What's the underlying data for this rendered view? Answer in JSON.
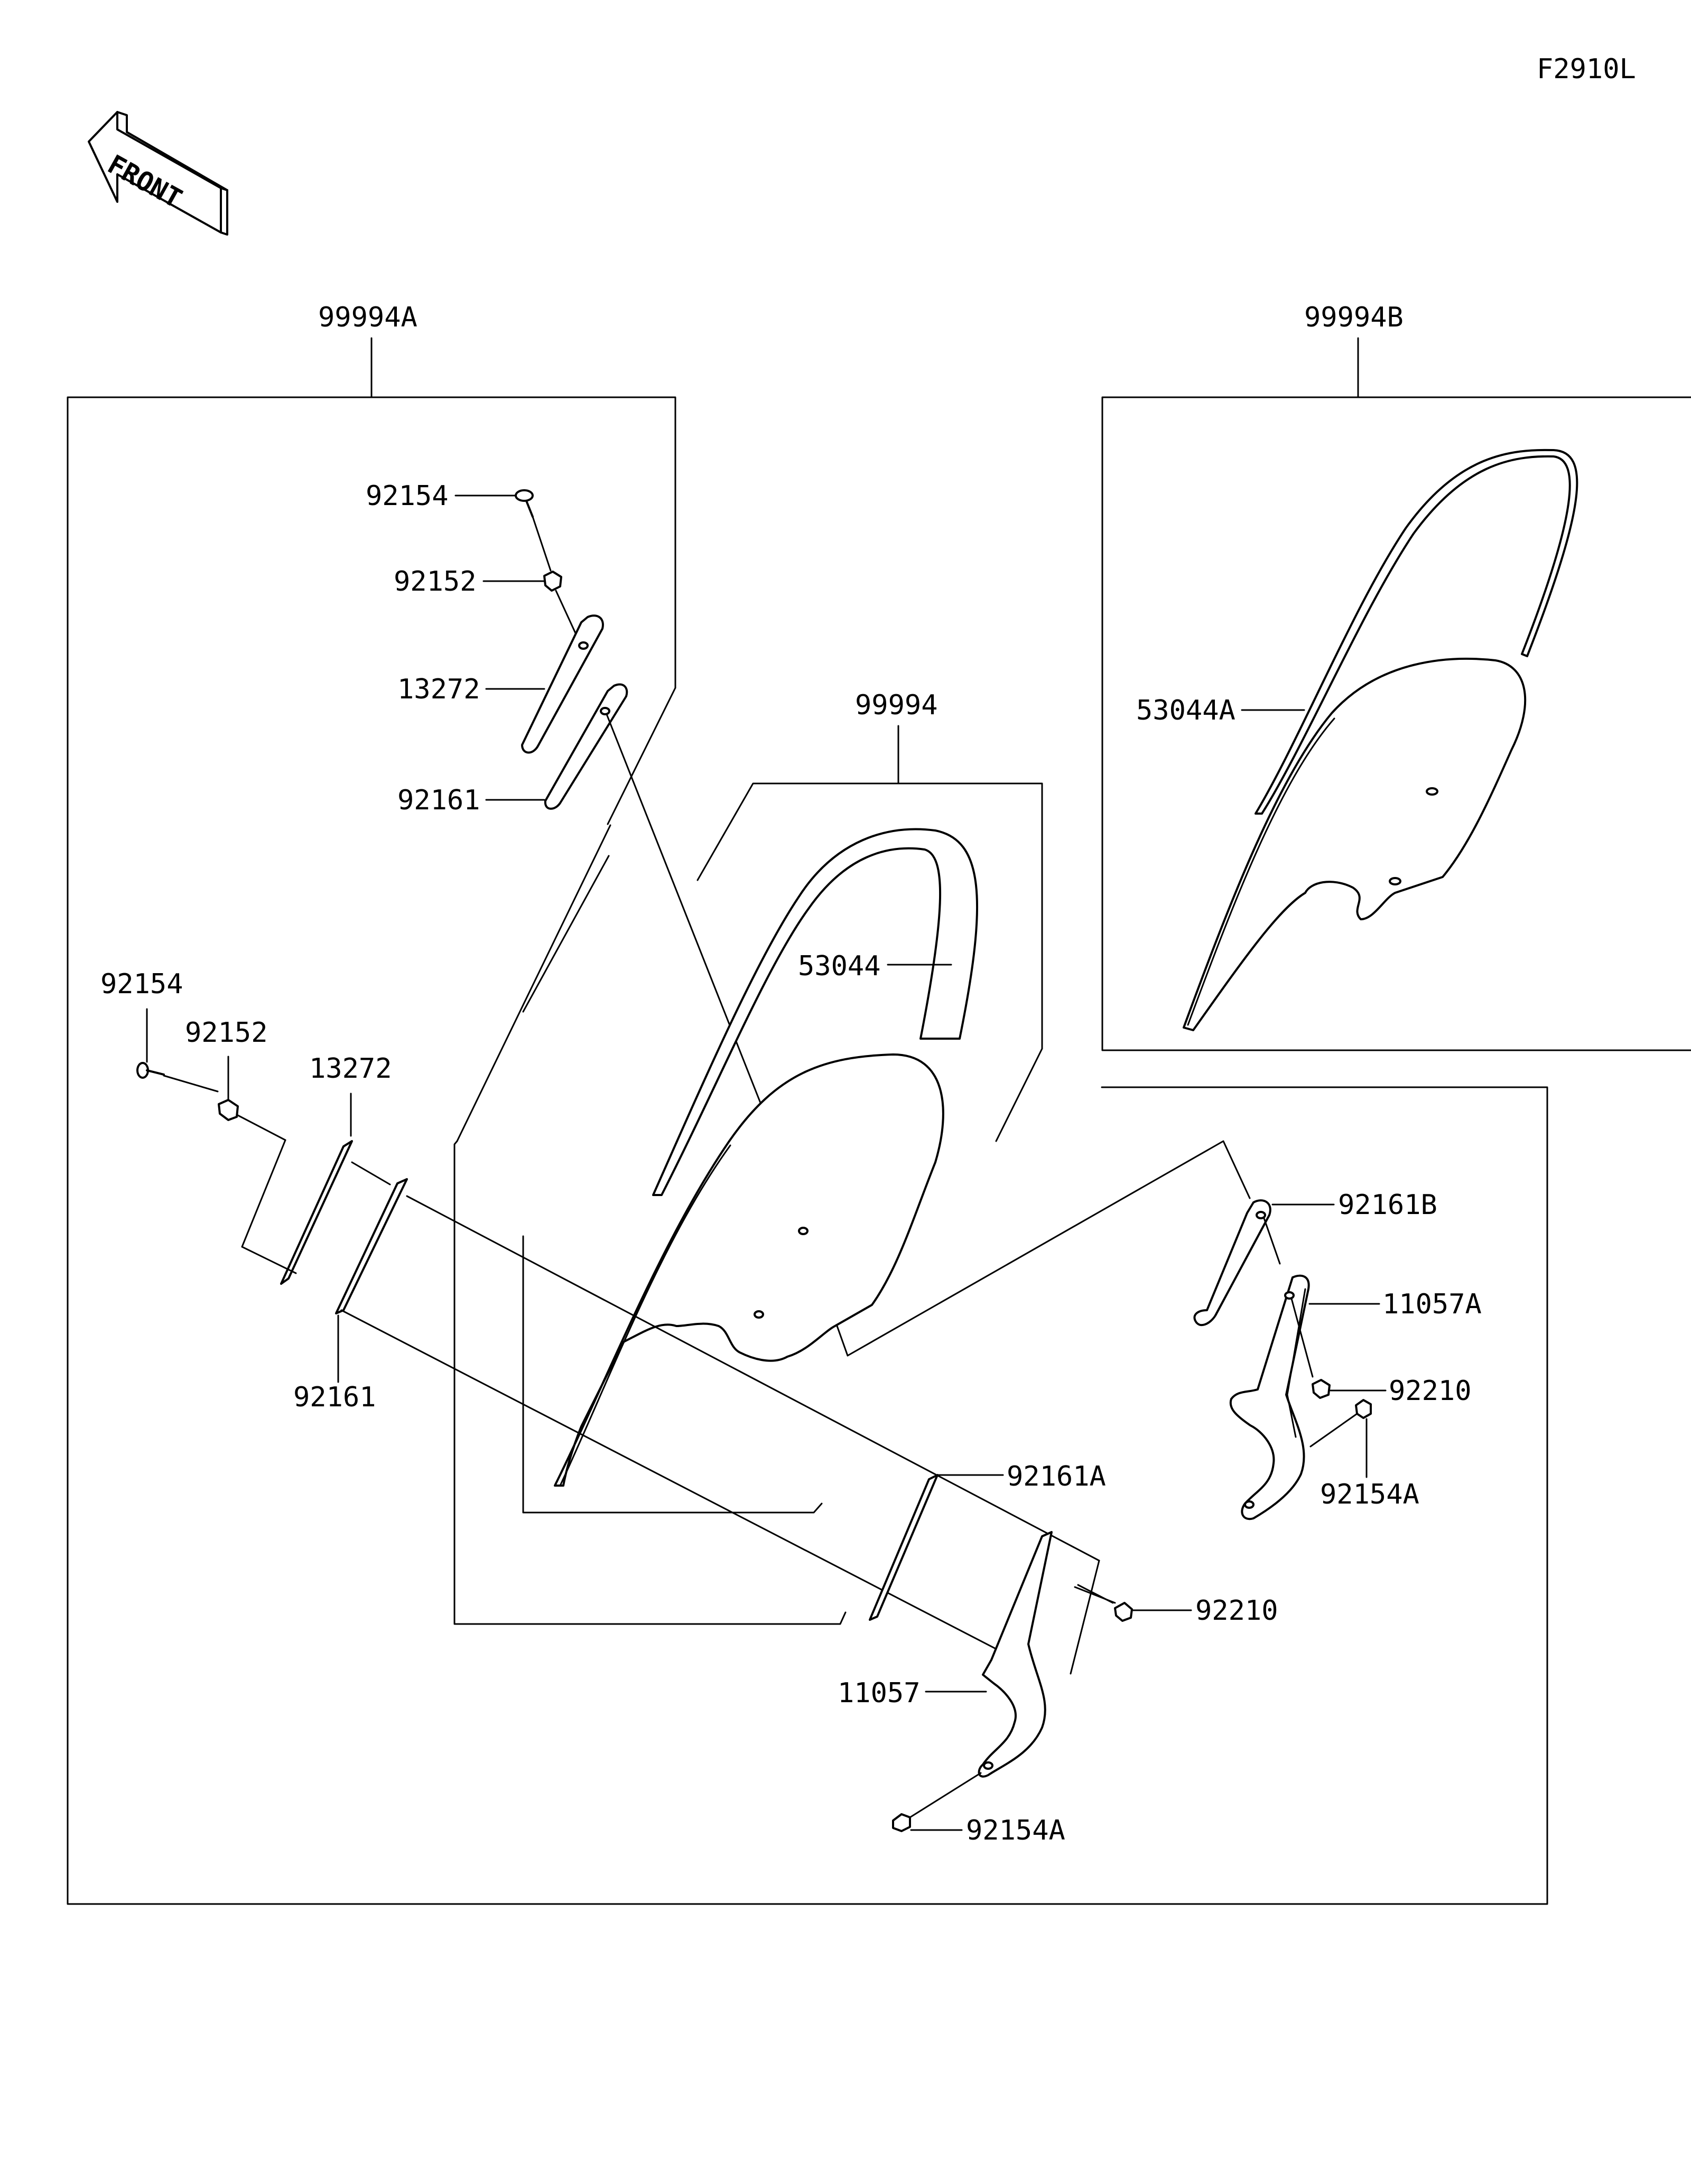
{
  "diagram_code": "F2910L",
  "front_label": "FRONT",
  "labels": {
    "assy_a": "99994A",
    "assy_b": "99994B",
    "assy_main": "99994",
    "top_screw": "92154",
    "top_nut": "92152",
    "top_plate": "13272",
    "top_gasket": "92161",
    "left_screw": "92154",
    "left_nut": "92152",
    "left_plate": "13272",
    "left_gasket": "92161",
    "trim_main": "53044",
    "trim_b": "53044A",
    "gasket_b_right": "92161B",
    "bracket_a": "11057A",
    "nut_a": "92210",
    "bolt_a": "92154A",
    "gasket_a_center": "92161A",
    "nut_center": "92210",
    "bracket_center": "11057",
    "bolt_center": "92154A"
  }
}
